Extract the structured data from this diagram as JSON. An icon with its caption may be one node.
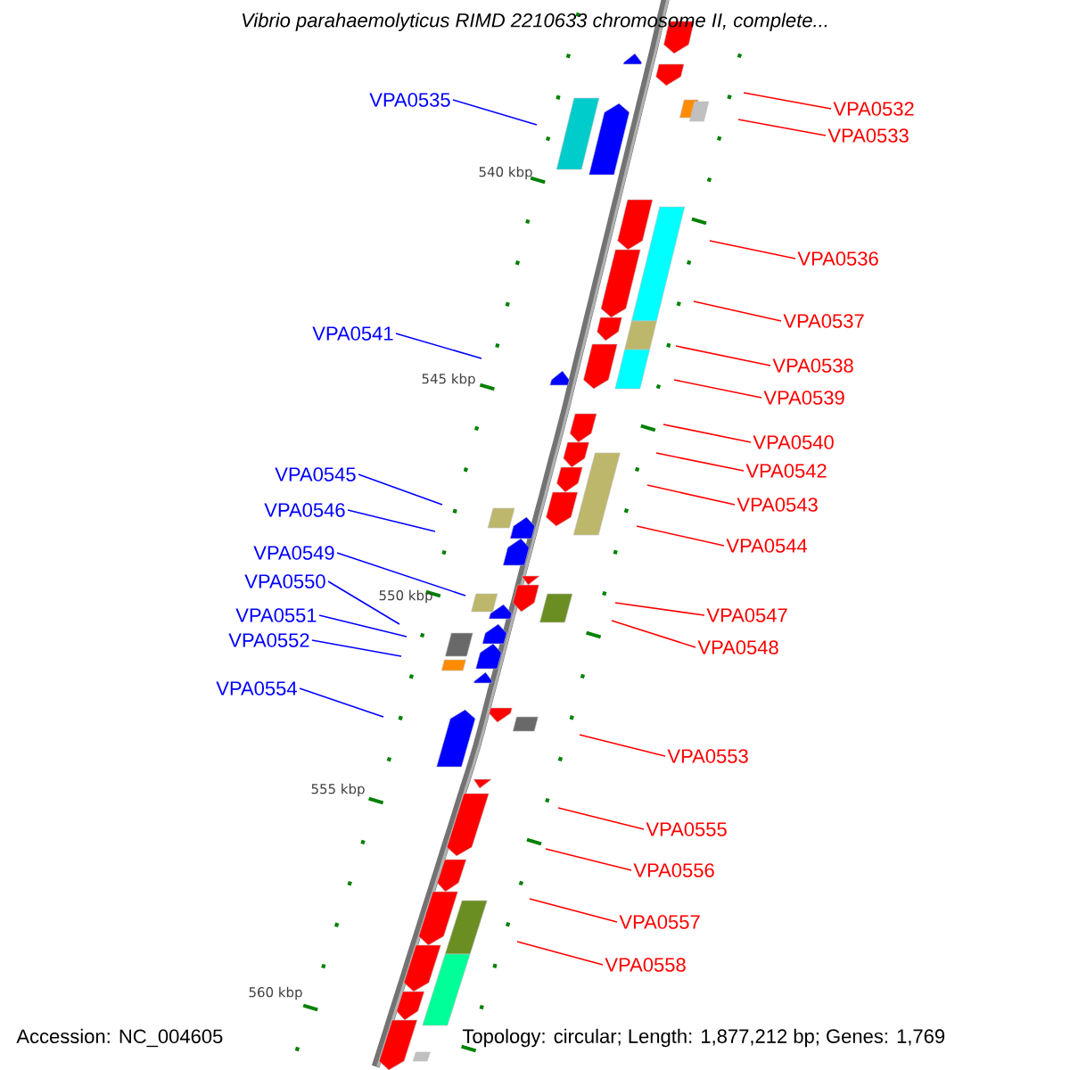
{
  "diagram": {
    "title": "Vibrio parahaemolyticus RIMD 2210633 chromosome II, complete...",
    "nodes": [
      {
        "text": [
          "VPA0535"
        ]
      },
      {
        "text": [
          "VPA0532"
        ]
      },
      {
        "text": [
          "VPA0533"
        ]
      },
      {
        "text": [
          "VPA0536"
        ]
      },
      {
        "text": [
          "VPA0537"
        ]
      },
      {
        "text": [
          "VPA0541"
        ]
      },
      {
        "text": [
          "VPA0538"
        ]
      },
      {
        "text": [
          "VPA0539"
        ]
      },
      {
        "text": [
          "VPA0540"
        ]
      },
      {
        "text": [
          "VPA0542"
        ]
      },
      {
        "text": [
          "VPA0545"
        ]
      },
      {
        "text": [
          "VPA0543"
        ]
      },
      {
        "text": [
          "VPA0546"
        ]
      },
      {
        "text": [
          "VPA0544"
        ]
      },
      {
        "text": [
          "VPA0549"
        ]
      },
      {
        "text": [
          "VPA0550"
        ]
      },
      {
        "text": [
          "VPA0547"
        ]
      },
      {
        "text": [
          "VPA0551"
        ]
      },
      {
        "text": [
          "VPA0552"
        ]
      },
      {
        "text": [
          "VPA0548"
        ]
      },
      {
        "text": [
          "VPA0554"
        ]
      },
      {
        "text": [
          "VPA0553"
        ]
      },
      {
        "text": [
          "VPA0555"
        ]
      },
      {
        "text": [
          "VPA0556"
        ]
      },
      {
        "text": [
          "VPA0557"
        ]
      },
      {
        "text": [
          "VPA0558"
        ]
      }
    ],
    "edges": [
      {
        "from": 0,
        "to": null,
        "arrow": "none",
        "color": "#0000ff"
      },
      {
        "from": 1,
        "to": null,
        "arrow": "none"
      },
      {
        "from": 2,
        "to": null,
        "arrow": "none"
      },
      {
        "from": 3,
        "to": null,
        "arrow": "none"
      },
      {
        "from": 4,
        "to": null,
        "arrow": "none"
      },
      {
        "from": 5,
        "to": null,
        "arrow": "none",
        "color": "#0000ff"
      },
      {
        "from": 6,
        "to": null,
        "arrow": "none"
      },
      {
        "from": 7,
        "to": null,
        "arrow": "none"
      },
      {
        "from": 8,
        "to": null,
        "arrow": "none"
      },
      {
        "from": 9,
        "to": null,
        "arrow": "none"
      },
      {
        "from": 10,
        "to": null,
        "arrow": "none",
        "color": "#0000ff"
      },
      {
        "from": 11,
        "to": null,
        "arrow": "none"
      },
      {
        "from": 12,
        "to": null,
        "arrow": "none",
        "color": "#0000ff"
      },
      {
        "from": 13,
        "to": null,
        "arrow": "none"
      },
      {
        "from": 14,
        "to": null,
        "arrow": "none",
        "color": "#0000ff"
      },
      {
        "from": 15,
        "to": null,
        "arrow": "none",
        "color": "#0000ff"
      },
      {
        "from": 16,
        "to": null,
        "arrow": "none"
      },
      {
        "from": 17,
        "to": null,
        "arrow": "none",
        "color": "#0000ff"
      },
      {
        "from": 18,
        "to": null,
        "arrow": "none",
        "color": "#0000ff"
      },
      {
        "from": 19,
        "to": null,
        "arrow": "none"
      },
      {
        "from": 20,
        "to": null,
        "arrow": "none",
        "color": "#0000ff"
      },
      {
        "from": 21,
        "to": null,
        "arrow": "none"
      },
      {
        "from": 22,
        "to": null,
        "arrow": "none"
      },
      {
        "from": 23,
        "to": null,
        "arrow": "none"
      },
      {
        "from": 24,
        "to": null,
        "arrow": "none"
      },
      {
        "from": 25,
        "to": null,
        "arrow": "none"
      }
    ],
    "labels": [
      "540 kbp",
      "545 kbp",
      "550 kbp",
      "555 kbp",
      "560 kbp",
      "Accession: NC_004605",
      "Topology: circular; Length: 1,877,212 bp; Genes: 1,769"
    ]
  }
}
